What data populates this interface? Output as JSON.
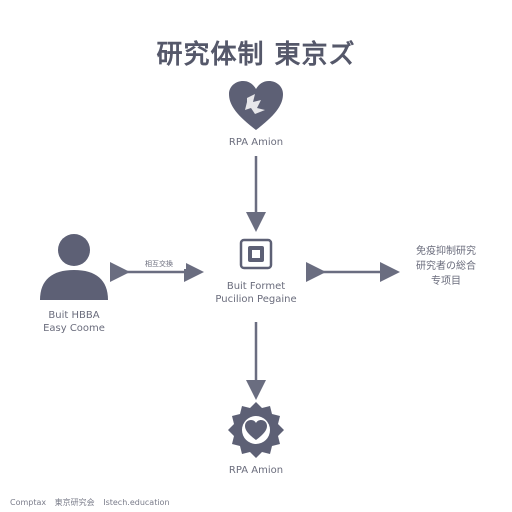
{
  "title": "研究体制 東京ズ",
  "nodes": {
    "top": {
      "label": "RPA Amion"
    },
    "center": {
      "label": "Buit Formet\nPucilion Pegaine"
    },
    "left": {
      "label": "Buit HBBA\nEasy Coome"
    },
    "right": {
      "label": "免疫抑制研究\n研究者の総合\n专项目"
    },
    "bottom": {
      "label": "RPA Amion"
    }
  },
  "edges": {
    "left_center": {
      "label": "相互交換"
    }
  },
  "footer": {
    "left": "Comptax",
    "middle": "東京研究会",
    "right": "Istech.education"
  },
  "icons": {
    "top": "heart-puzzle-icon",
    "center": "document-chip-icon",
    "left": "person-icon",
    "bottom": "gear-badge-icon"
  },
  "colors": {
    "icon": "#5d6075",
    "arrow": "#6a6d80",
    "text": "#5f6173"
  }
}
